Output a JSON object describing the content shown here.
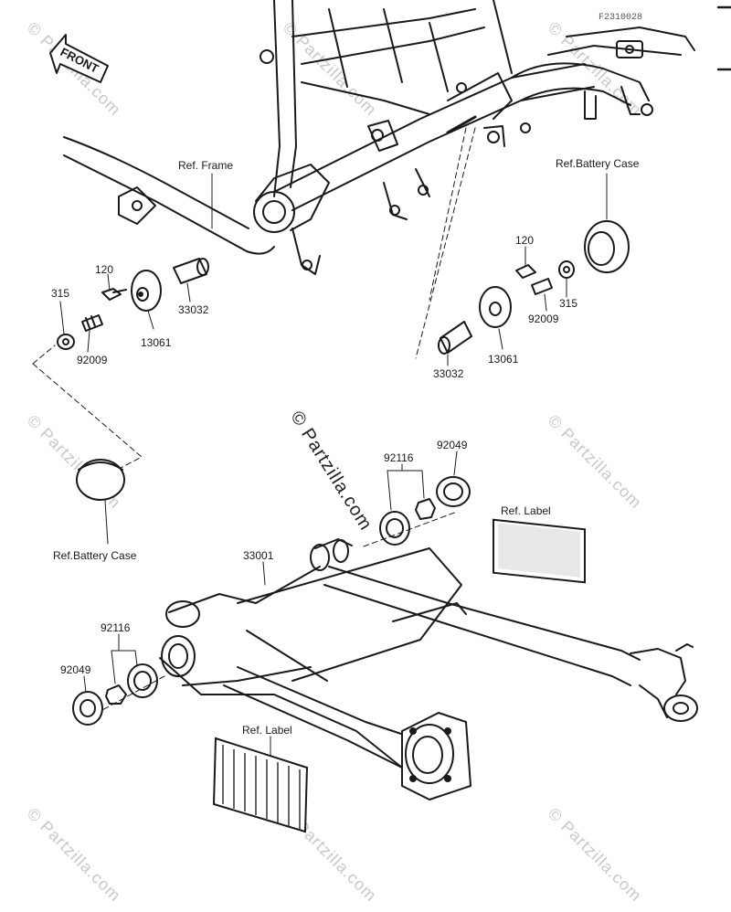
{
  "diagram": {
    "code": "F2310028",
    "front_label": "FRONT",
    "watermark_text": "© Partzilla.com",
    "labels": {
      "ref_frame": "Ref. Frame",
      "ref_battery_case_top": "Ref.Battery Case",
      "ref_battery_case_left": "Ref.Battery Case",
      "ref_label_right": "Ref. Label",
      "ref_label_bottom": "Ref. Label"
    },
    "parts": {
      "p120_left": "120",
      "p315_left": "315",
      "p92009_left": "92009",
      "p13061_left": "13061",
      "p33032_left": "33032",
      "p120_right": "120",
      "p315_right": "315",
      "p92009_right": "92009",
      "p13061_right": "13061",
      "p33032_right": "33032",
      "p92116_top": "92116",
      "p92049_top": "92049",
      "p33001": "33001",
      "p92116_bottom": "92116",
      "p92049_bottom": "92049"
    }
  }
}
